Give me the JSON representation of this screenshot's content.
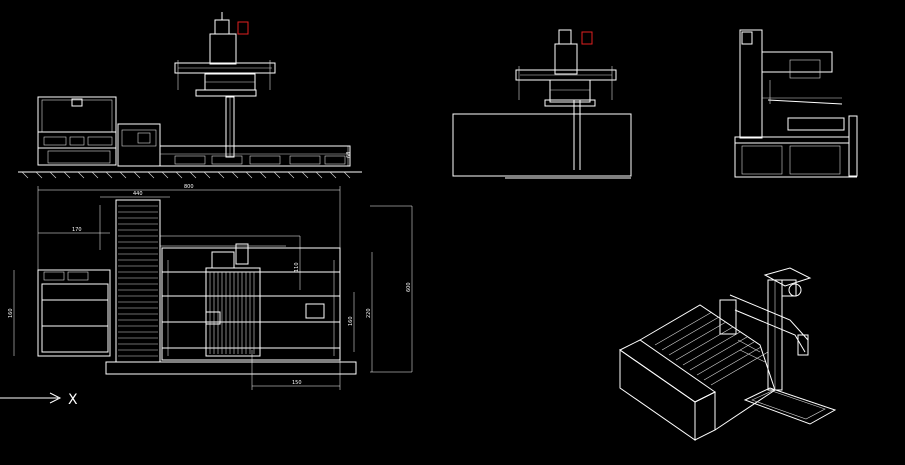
{
  "drawing": {
    "background": "#000000",
    "line_color": "#ffffff",
    "accent_color": "#e02020",
    "axis_label": "X",
    "dimensions": {
      "overall_width": "800",
      "upper_width": "440",
      "left_offset": "170",
      "overall_height": "600",
      "right_height": "220",
      "inner_height": "160",
      "side_height": "160",
      "mid_height": "110",
      "bottom_width": "150",
      "elevation_height": "68"
    }
  }
}
